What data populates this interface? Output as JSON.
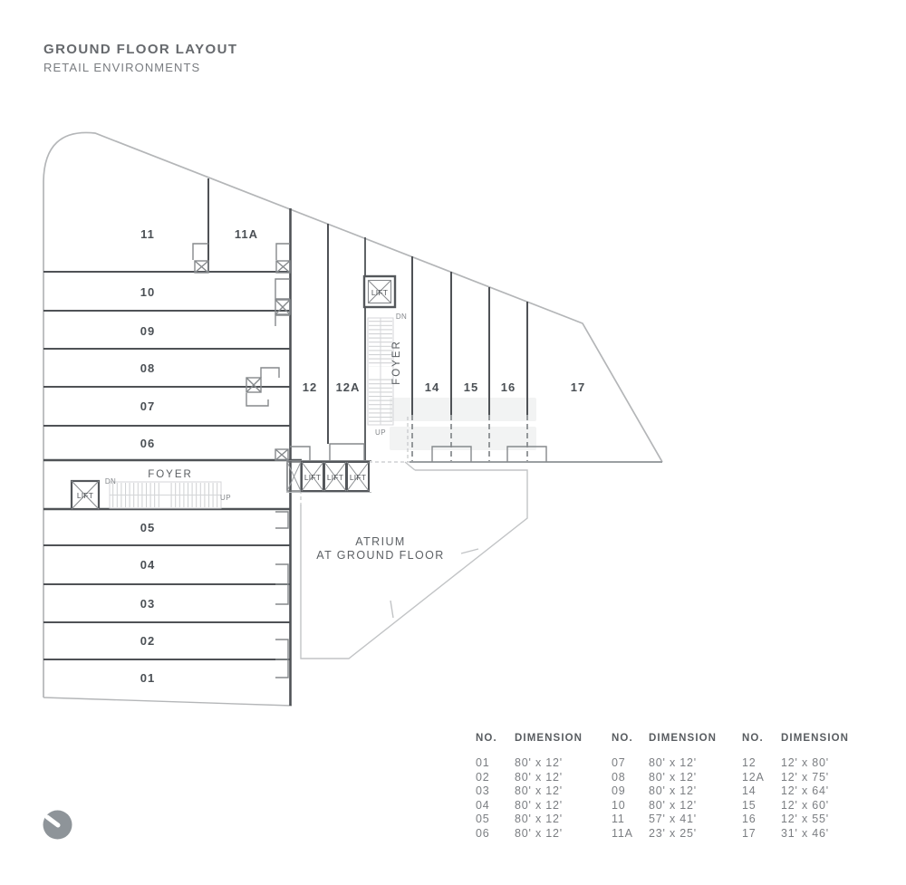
{
  "header": {
    "title": "GROUND FLOOR LAYOUT",
    "subtitle": "RETAIL ENVIRONMENTS"
  },
  "plan": {
    "units": {
      "01": "01",
      "02": "02",
      "03": "03",
      "04": "04",
      "05": "05",
      "06": "06",
      "07": "07",
      "08": "08",
      "09": "09",
      "10": "10",
      "11": "11",
      "11A": "11A",
      "12": "12",
      "12A": "12A",
      "14": "14",
      "15": "15",
      "16": "16",
      "17": "17"
    },
    "labels": {
      "lift": "LIFT",
      "foyer": "FOYER",
      "dn": "DN",
      "up": "UP",
      "atrium_line1": "ATRIUM",
      "atrium_line2": "AT GROUND FLOOR"
    }
  },
  "table": {
    "groups": [
      {
        "no_header": "NO.",
        "dim_header": "DIMENSION",
        "rows": [
          {
            "no": "01",
            "dim": "80' x 12'"
          },
          {
            "no": "02",
            "dim": "80' x 12'"
          },
          {
            "no": "03",
            "dim": "80' x 12'"
          },
          {
            "no": "04",
            "dim": "80' x 12'"
          },
          {
            "no": "05",
            "dim": "80' x 12'"
          },
          {
            "no": "06",
            "dim": "80' x 12'"
          }
        ]
      },
      {
        "no_header": "NO.",
        "dim_header": "DIMENSION",
        "rows": [
          {
            "no": "07",
            "dim": "80' x 12'"
          },
          {
            "no": "08",
            "dim": "80' x 12'"
          },
          {
            "no": "09",
            "dim": "80' x 12'"
          },
          {
            "no": "10",
            "dim": "80' x 12'"
          },
          {
            "no": "11",
            "dim": "57' x 41'"
          },
          {
            "no": "11A",
            "dim": "23' x 25'"
          }
        ]
      },
      {
        "no_header": "NO.",
        "dim_header": "DIMENSION",
        "rows": [
          {
            "no": "12",
            "dim": "12' x 80'"
          },
          {
            "no": "12A",
            "dim": "12' x 75'"
          },
          {
            "no": "14",
            "dim": "12' x 64'"
          },
          {
            "no": "15",
            "dim": "12' x 60'"
          },
          {
            "no": "16",
            "dim": "12' x 55'"
          },
          {
            "no": "17",
            "dim": "31' x 46'"
          }
        ]
      }
    ]
  },
  "colors": {
    "wall_dark": "#4f5256",
    "boundary_light": "#b4b6b8",
    "text_gray": "#6d7176"
  }
}
